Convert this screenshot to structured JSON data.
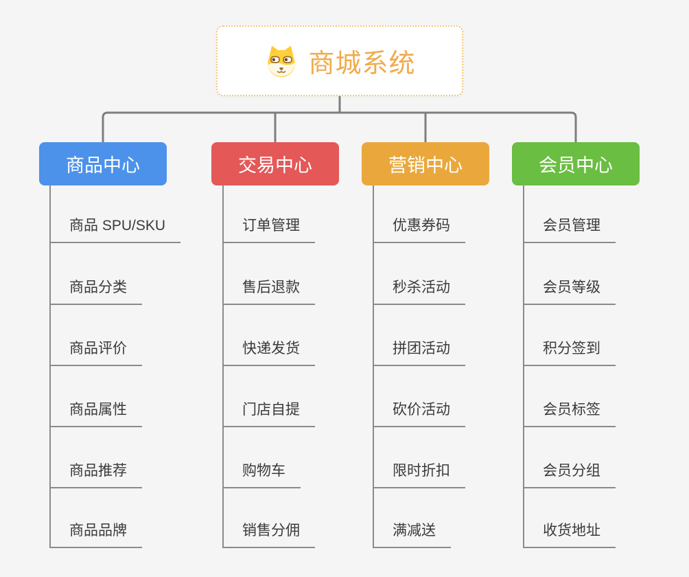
{
  "app": {
    "background_color": "#F5F5F5",
    "connector_color": "#7E7E7E",
    "leaf_line_color": "#8A8A8A",
    "leaf_text_color": "#3A3A3A"
  },
  "root": {
    "title": "商城系统",
    "icon": "dog-face-icon",
    "accent_color": "#F1AB4B",
    "border_color": "#F6C675"
  },
  "branches": [
    {
      "label": "商品中心",
      "color": "#4C92EA",
      "items": [
        "商品 SPU/SKU",
        "商品分类",
        "商品评价",
        "商品属性",
        "商品推荐",
        "商品品牌"
      ]
    },
    {
      "label": "交易中心",
      "color": "#E45858",
      "items": [
        "订单管理",
        "售后退款",
        "快递发货",
        "门店自提",
        "购物车",
        "销售分佣"
      ]
    },
    {
      "label": "营销中心",
      "color": "#EAA83C",
      "items": [
        "优惠券码",
        "秒杀活动",
        "拼团活动",
        "砍价活动",
        "限时折扣",
        "满减送"
      ]
    },
    {
      "label": "会员中心",
      "color": "#6ABE41",
      "items": [
        "会员管理",
        "会员等级",
        "积分签到",
        "会员标签",
        "会员分组",
        "收货地址"
      ]
    }
  ]
}
